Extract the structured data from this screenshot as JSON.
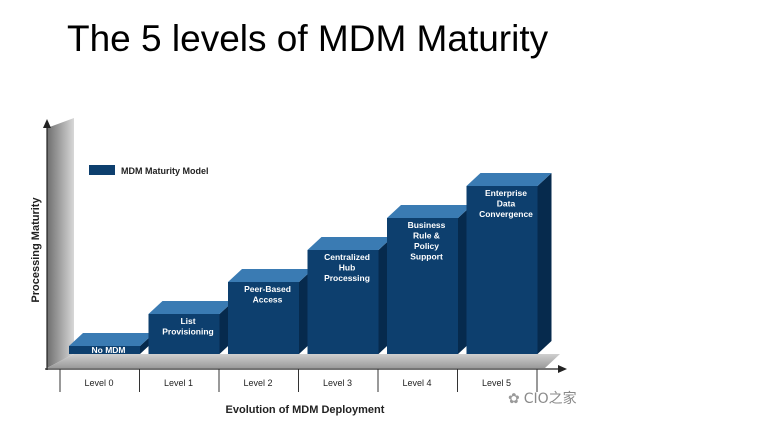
{
  "slide": {
    "title": "The 5 levels of MDM Maturity",
    "watermark": "CIO之家"
  },
  "chart_data": {
    "type": "bar",
    "title": "",
    "xlabel": "Evolution of MDM Deployment",
    "ylabel": "Processing Maturity",
    "categories": [
      "Level 0",
      "Level 1",
      "Level 2",
      "Level 3",
      "Level 4",
      "Level 5"
    ],
    "series": [
      {
        "name": "MDM Maturity Model",
        "values": [
          0,
          1,
          2,
          3,
          4,
          5
        ],
        "bar_labels": [
          "No MDM",
          "List\nProvisioning",
          "Peer-Based\nAccess",
          "Centralized\nHub\nProcessing",
          "Business\nRule &\nPolicy\nSupport",
          "Enterprise\nData\nConvergence"
        ]
      }
    ],
    "ylim": [
      0,
      5
    ],
    "grid": false,
    "legend_position": "top-left",
    "colors": {
      "bar_front": "#0d3f6e",
      "bar_top": "#3a7bb3",
      "bar_side": "#062a4d",
      "floor": "#1e5f99",
      "wall": "#8e8e8e"
    }
  }
}
